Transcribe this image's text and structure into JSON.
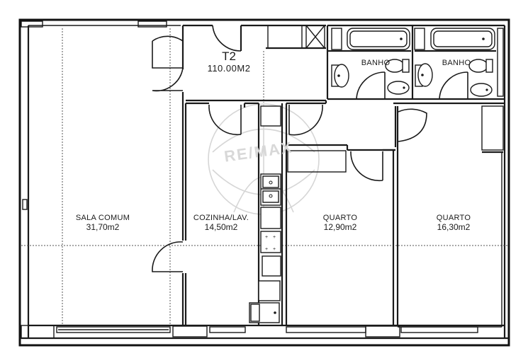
{
  "plan": {
    "unit": {
      "type": "T2",
      "area": "110.00M2"
    },
    "watermark": "RE/MAX",
    "rooms": [
      {
        "id": "sala-comum",
        "name": "SALA COMUM",
        "area": "31,70m2"
      },
      {
        "id": "cozinha",
        "name": "COZINHA/LAV.",
        "area": "14,50m2"
      },
      {
        "id": "quarto-1",
        "name": "QUARTO",
        "area": "12,90m2"
      },
      {
        "id": "quarto-2",
        "name": "QUARTO",
        "area": "16,30m2"
      },
      {
        "id": "banho-1",
        "name": "BANHO"
      },
      {
        "id": "banho-2",
        "name": "BANHO"
      }
    ],
    "colors": {
      "line": "#1a1a1a",
      "background": "#ffffff",
      "watermark": "#d6d6d6"
    }
  }
}
